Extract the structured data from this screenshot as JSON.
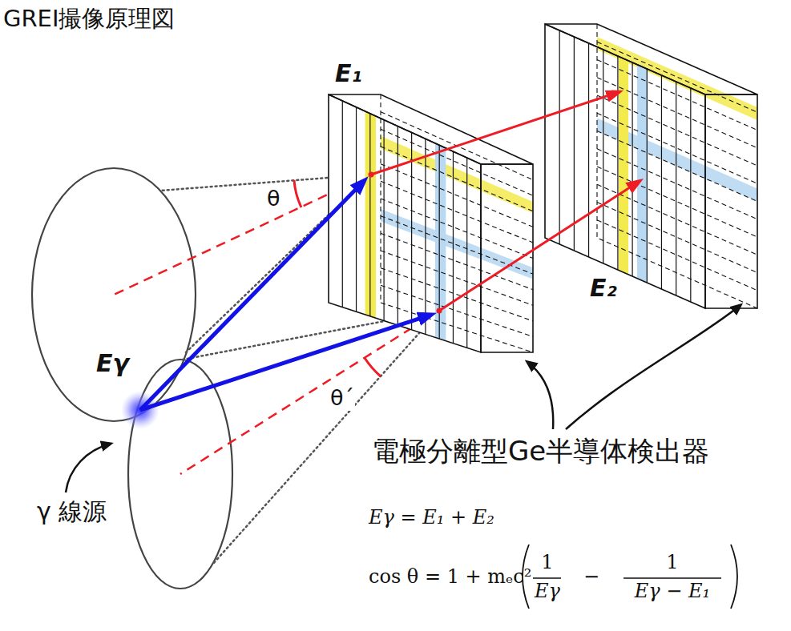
{
  "diagram": {
    "title": "GREI撮像原理図",
    "nodes": [
      {
        "text": [
          "Eγ"
        ]
      },
      {
        "text": [
          "E₁"
        ]
      },
      {
        "text": [
          "E₂"
        ]
      }
    ],
    "edges": [
      {
        "from": 0,
        "to": 1,
        "arrow": "to"
      },
      {
        "from": 0,
        "to": 1,
        "arrow": "to"
      },
      {
        "from": 1,
        "to": 2,
        "arrow": "to"
      },
      {
        "from": 1,
        "to": 2,
        "arrow": "to"
      }
    ],
    "labels": [
      "θ",
      "θ´",
      "γ 線源",
      "電極分離型Ge半導体検出器",
      "Eγ = E₁ + E₂",
      "cos θ = 1 + mₑc²",
      "1",
      "Eγ",
      "−",
      "1",
      "Eγ − E₁"
    ]
  }
}
